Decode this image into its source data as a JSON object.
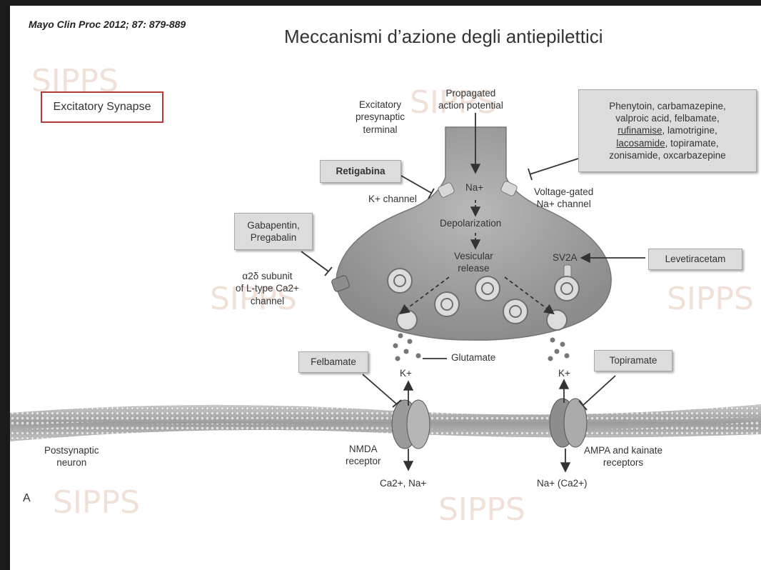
{
  "citation": "Mayo Clin Proc 2012; 87: 879-889",
  "title": "Meccanismi d’azione degli antiepilettici",
  "synapse_label": "Excitatory Synapse",
  "labels": {
    "presynaptic_1": "Excitatory",
    "presynaptic_2": "presynaptic",
    "presynaptic_3": "terminal",
    "action_potential_1": "Propagated",
    "action_potential_2": "action potential",
    "na_ion": "Na+",
    "k_channel": "K+ channel",
    "na_channel_1": "Voltage-gated",
    "na_channel_2": "Na+ channel",
    "depolarization": "Depolarization",
    "vesicular_1": "Vesicular",
    "vesicular_2": "release",
    "sv2a": "SV2A",
    "a2d_1": "α2δ subunit",
    "a2d_2": "of L-type Ca2+",
    "a2d_3": "channel",
    "glutamate": "Glutamate",
    "k_left": "K+",
    "k_right": "K+",
    "postsynaptic_1": "Postsynaptic",
    "postsynaptic_2": "neuron",
    "nmda_1": "NMDA",
    "nmda_2": "receptor",
    "ampa_1": "AMPA and kainate",
    "ampa_2": "receptors",
    "ca_na": "Ca2+, Na+",
    "na_ca": "Na+ (Ca2+)",
    "panel": "A"
  },
  "drug_boxes": {
    "sodium_line_1": "Phenytoin, carbamazepine,",
    "sodium_line_2": "valproic acid, felbamate,",
    "sodium_rufinamide": "rufinamise",
    "sodium_line_3_rest": ", lamotrigine,",
    "sodium_lacosamide": "lacosamide",
    "sodium_line_4_rest": ", topiramate,",
    "sodium_line_5": "zonisamide, oxcarbazepine",
    "retigabina": "Retigabina",
    "gabapentin_1": "Gabapentin,",
    "gabapentin_2": "Pregabalin",
    "levetiracetam": "Levetiracetam",
    "felbamate": "Felbamate",
    "topiramate": "Topiramate"
  },
  "watermark": "SIPPS",
  "colors": {
    "background": "#ffffff",
    "frame": "#1a1a1a",
    "terminal": "#9a9a9a",
    "box": "#dcdcdc",
    "label_border": "#b33a3a"
  }
}
